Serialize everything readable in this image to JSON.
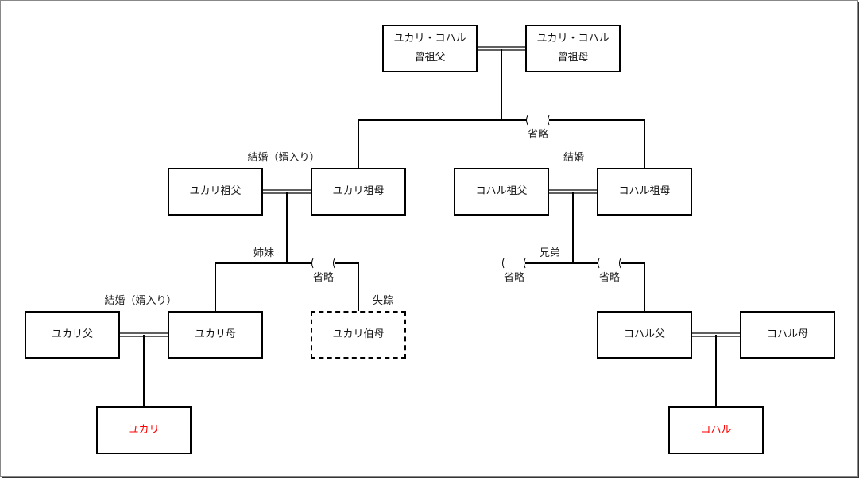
{
  "people": {
    "great_grandfather": {
      "line1": "ユカリ・コハル",
      "line2": "曾祖父"
    },
    "great_grandmother": {
      "line1": "ユカリ・コハル",
      "line2": "曾祖母"
    },
    "yukari_grandfather": "ユカリ祖父",
    "yukari_grandmother": "ユカリ祖母",
    "koharu_grandfather": "コハル祖父",
    "koharu_grandmother": "コハル祖母",
    "yukari_father": "ユカリ父",
    "yukari_mother": "ユカリ母",
    "yukari_aunt": "ユカリ伯母",
    "koharu_father": "コハル父",
    "koharu_mother": "コハル母",
    "yukari": "ユカリ",
    "koharu": "コハル"
  },
  "labels": {
    "omitted": "省略",
    "marriage_adopted": "結婚（婿入り）",
    "marriage": "結婚",
    "sisters": "姉妹",
    "brothers": "兄弟",
    "missing": "失踪"
  },
  "colors": {
    "highlight": "#ff0000"
  }
}
